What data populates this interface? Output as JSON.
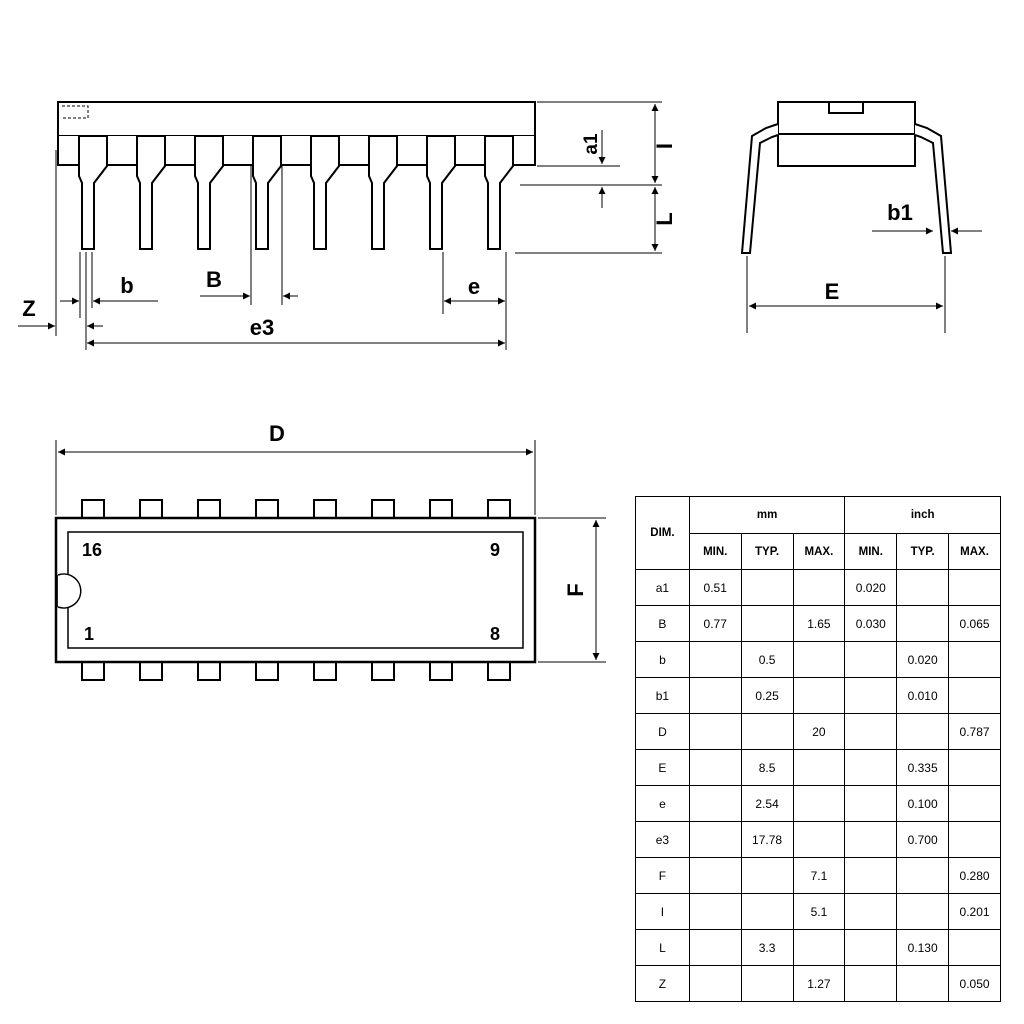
{
  "labels": {
    "a1": "a1",
    "I": "I",
    "L": "L",
    "b": "b",
    "B": "B",
    "e": "e",
    "e3": "e3",
    "Z": "Z",
    "b1": "b1",
    "E": "E",
    "D": "D",
    "F": "F",
    "pin16": "16",
    "pin9": "9",
    "pin1": "1",
    "pin8": "8"
  },
  "table": {
    "dim_header": "DIM.",
    "mm_header": "mm",
    "inch_header": "inch",
    "sub_headers": [
      "MIN.",
      "TYP.",
      "MAX.",
      "MIN.",
      "TYP.",
      "MAX."
    ],
    "rows": [
      [
        "a1",
        "0.51",
        "",
        "",
        "0.020",
        "",
        ""
      ],
      [
        "B",
        "0.77",
        "",
        "1.65",
        "0.030",
        "",
        "0.065"
      ],
      [
        "b",
        "",
        "0.5",
        "",
        "",
        "0.020",
        ""
      ],
      [
        "b1",
        "",
        "0.25",
        "",
        "",
        "0.010",
        ""
      ],
      [
        "D",
        "",
        "",
        "20",
        "",
        "",
        "0.787"
      ],
      [
        "E",
        "",
        "8.5",
        "",
        "",
        "0.335",
        ""
      ],
      [
        "e",
        "",
        "2.54",
        "",
        "",
        "0.100",
        ""
      ],
      [
        "e3",
        "",
        "17.78",
        "",
        "",
        "0.700",
        ""
      ],
      [
        "F",
        "",
        "",
        "7.1",
        "",
        "",
        "0.280"
      ],
      [
        "I",
        "",
        "",
        "5.1",
        "",
        "",
        "0.201"
      ],
      [
        "L",
        "",
        "3.3",
        "",
        "",
        "0.130",
        ""
      ],
      [
        "Z",
        "",
        "",
        "1.27",
        "",
        "",
        "0.050"
      ]
    ]
  }
}
